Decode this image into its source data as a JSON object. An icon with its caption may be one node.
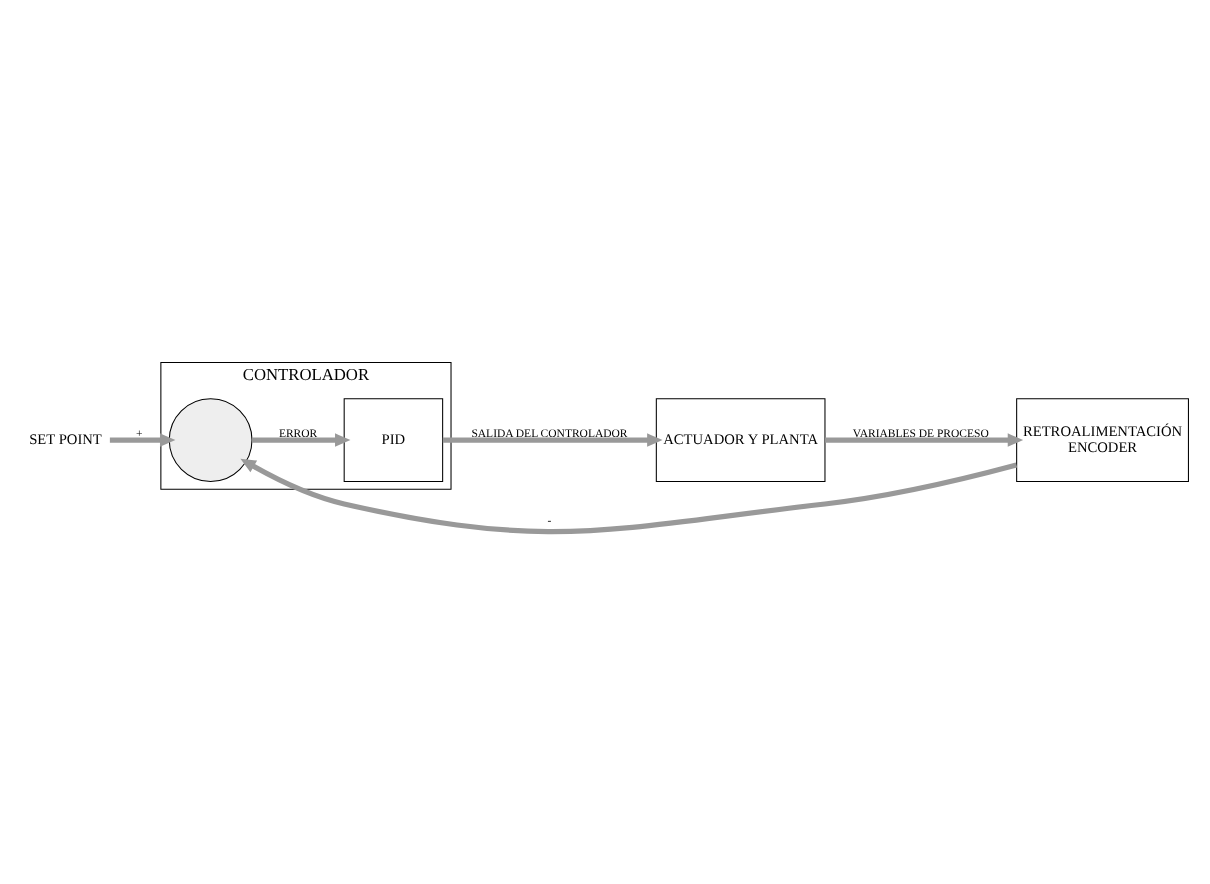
{
  "diagram": {
    "nodes": [
      {
        "text": [
          "SET POINT"
        ]
      },
      {
        "text": [
          "CONTROLADOR"
        ]
      },
      {
        "text": [],
        "shape": "circle",
        "in": 1
      },
      {
        "text": [
          "PID"
        ],
        "in": 1
      },
      {
        "text": [
          "ACTUADOR Y PLANTA"
        ]
      },
      {
        "text": [
          "RETROALIMENTACIÓN",
          "ENCODER"
        ]
      }
    ],
    "edges": [
      {
        "from": 0,
        "to": 2,
        "arrow": "to",
        "label": "+"
      },
      {
        "from": 2,
        "to": 3,
        "arrow": "to",
        "label": "ERROR"
      },
      {
        "from": 3,
        "to": 4,
        "arrow": "to",
        "label": "SALIDA DEL CONTROLADOR"
      },
      {
        "from": 4,
        "to": 5,
        "arrow": "to",
        "label": "VARIABLES DE PROCESO"
      },
      {
        "from": 5,
        "to": 2,
        "arrow": "to",
        "label": "-"
      }
    ]
  }
}
